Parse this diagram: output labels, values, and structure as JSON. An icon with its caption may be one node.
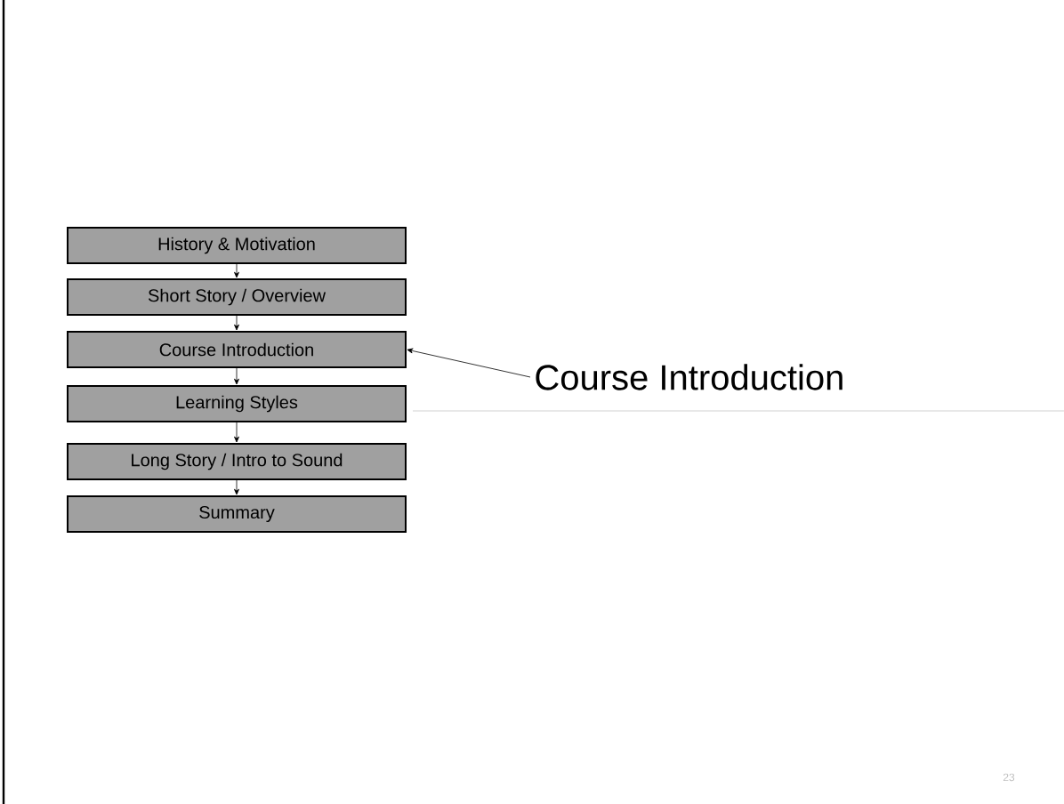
{
  "diagram": {
    "nodes": [
      {
        "text": [
          "History & Motivation"
        ]
      },
      {
        "text": [
          "Short Story / Overview"
        ]
      },
      {
        "text": [
          "Course Introduction"
        ]
      },
      {
        "text": [
          "Learning Styles"
        ]
      },
      {
        "text": [
          "Long Story / Intro to Sound"
        ]
      },
      {
        "text": [
          "Summary"
        ]
      },
      {
        "text": [
          "Course Introduction"
        ]
      }
    ],
    "edges": [
      {
        "from": 0,
        "to": 1,
        "arrow": "to"
      },
      {
        "from": 1,
        "to": 2,
        "arrow": "to"
      },
      {
        "from": 2,
        "to": 3,
        "arrow": "to"
      },
      {
        "from": 3,
        "to": 4,
        "arrow": "to"
      },
      {
        "from": 4,
        "to": 5,
        "arrow": "to"
      },
      {
        "from": 6,
        "to": 2,
        "arrow": "to"
      }
    ],
    "labels": [
      "23"
    ]
  }
}
